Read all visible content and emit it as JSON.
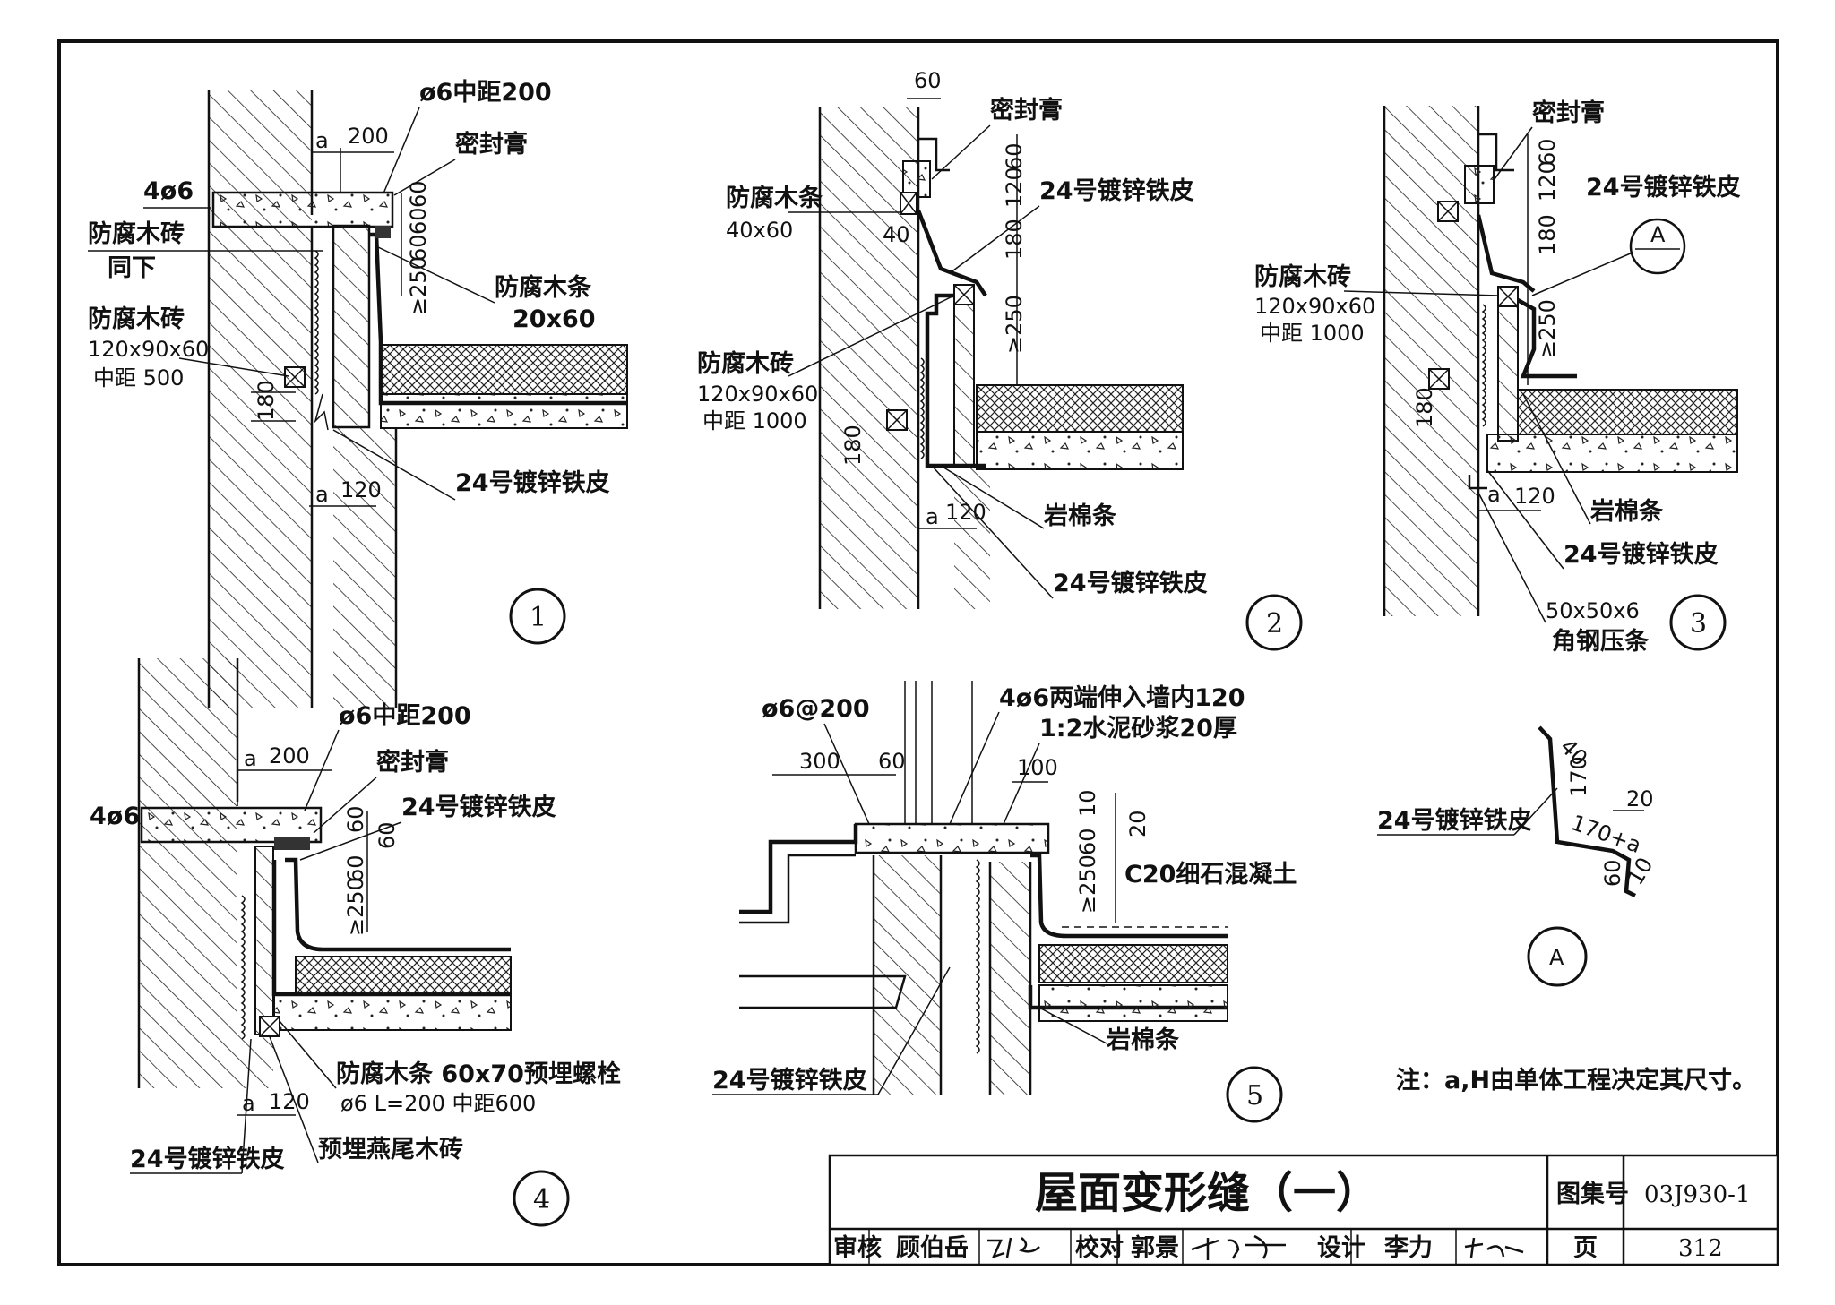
{
  "title_block": {
    "title": "屋面变形缝（一）",
    "atlas_label": "图集号",
    "atlas_no": "03J930-1",
    "page_label": "页",
    "page_no": "312",
    "review_label": "审核",
    "reviewer": "顾伯岳",
    "check_label": "校对",
    "checker": "郭景",
    "design_label": "设计",
    "designer": "李力"
  },
  "note": "注：a,H由单体工程决定其尺寸。",
  "details": {
    "d1": {
      "number": "1",
      "labels": {
        "rebar_spacing": "ø6中距200",
        "sealant": "密封膏",
        "rebar_4": "4ø6",
        "wood_brick": "防腐木砖",
        "same_below": "同下",
        "wood_strip": "防腐木条",
        "wood_strip_size": "20x60",
        "wood_brick2": "防腐木砖",
        "wood_brick2_size": "120x90x60",
        "wood_brick2_spacing": "中距 500",
        "sheet": "24号镀锌铁皮"
      },
      "dims": {
        "a_top": "a",
        "d200": "200",
        "d60a": "60",
        "d60b": "60",
        "d60c": "60",
        "d250": "≥250",
        "d180": "180",
        "a_bot": "a",
        "d120": "120"
      }
    },
    "d2": {
      "number": "2",
      "labels": {
        "sealant": "密封膏",
        "wood_strip": "防腐木条",
        "wood_strip_size": "40x60",
        "sheet_top": "24号镀锌铁皮",
        "wood_brick": "防腐木砖",
        "wood_brick_size": "120x90x60",
        "wood_brick_spacing": "中距 1000",
        "rock_wool": "岩棉条",
        "sheet_bot": "24号镀锌铁皮"
      },
      "dims": {
        "d60_top": "60",
        "d40": "40",
        "d60": "60",
        "d120": "120",
        "d180": "180",
        "d250": "≥250",
        "d180b": "180",
        "a": "a",
        "d120b": "120"
      }
    },
    "d3": {
      "number": "3",
      "labels": {
        "sealant": "密封膏",
        "sheet_top": "24号镀锌铁皮",
        "callout": "A",
        "wood_brick": "防腐木砖",
        "wood_brick_size": "120x90x60",
        "wood_brick_spacing": "中距 1000",
        "rock_wool": "岩棉条",
        "sheet_bot": "24号镀锌铁皮",
        "angle_size": "50x50x6",
        "angle_name": "角钢压条"
      },
      "dims": {
        "d60": "60",
        "d120": "120",
        "d180": "180",
        "d250": "≥250",
        "d180b": "180",
        "a": "a",
        "d120b": "120"
      }
    },
    "d4": {
      "number": "4",
      "labels": {
        "rebar_spacing": "ø6中距200",
        "sealant": "密封膏",
        "rebar_4": "4ø6",
        "sheet_top": "24号镀锌铁皮",
        "wood_strip": "防腐木条 60x70预埋螺栓",
        "bolt": "ø6 L=200 中距600",
        "sheet_bot": "24号镀锌铁皮",
        "dovetail": "预埋燕尾木砖"
      },
      "dims": {
        "a": "a",
        "d200": "200",
        "d60a": "60",
        "d60b": "60",
        "d60c": "60",
        "d250": "≥250",
        "a_bot": "a",
        "d120": "120"
      }
    },
    "d5": {
      "number": "5",
      "labels": {
        "rebar_spacing": "ø6@200",
        "rebar_4": "4ø6两端伸入墙内120",
        "mortar": "1:2水泥砂浆20厚",
        "concrete": "C20细石混凝土",
        "sheet": "24号镀锌铁皮",
        "rock_wool": "岩棉条"
      },
      "dims": {
        "d300": "300",
        "d60": "60",
        "d100": "100",
        "d10": "10",
        "d20": "20",
        "d60b": "60",
        "d250": "≥250"
      }
    },
    "dA": {
      "number": "A",
      "labels": {
        "sheet": "24号镀锌铁皮"
      },
      "dims": {
        "d40": "40",
        "d170": "170",
        "d170a": "170+a",
        "d20": "20",
        "d60": "60",
        "d10": "10"
      }
    }
  }
}
